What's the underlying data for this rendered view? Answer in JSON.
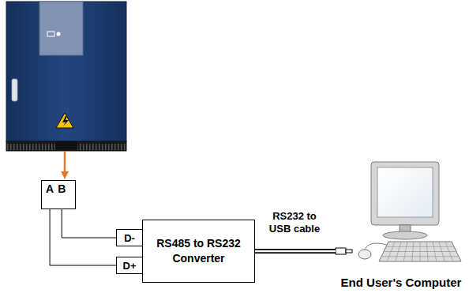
{
  "diagram": {
    "nodes": [
      {
        "text": [
          "A",
          "B"
        ]
      },
      {
        "text": [
          "D-"
        ]
      },
      {
        "text": [
          "D+"
        ]
      },
      {
        "text": [
          "RS485 to RS232 Converter"
        ]
      },
      {
        "text": [
          "End User's Computer"
        ]
      }
    ],
    "edges": [
      {
        "from": 0,
        "to": 1,
        "arrow": "none"
      },
      {
        "from": 0,
        "to": 2,
        "arrow": "none"
      },
      {
        "from": 3,
        "to": 4,
        "label": "RS232 to USB cable",
        "arrow": "none"
      }
    ]
  }
}
